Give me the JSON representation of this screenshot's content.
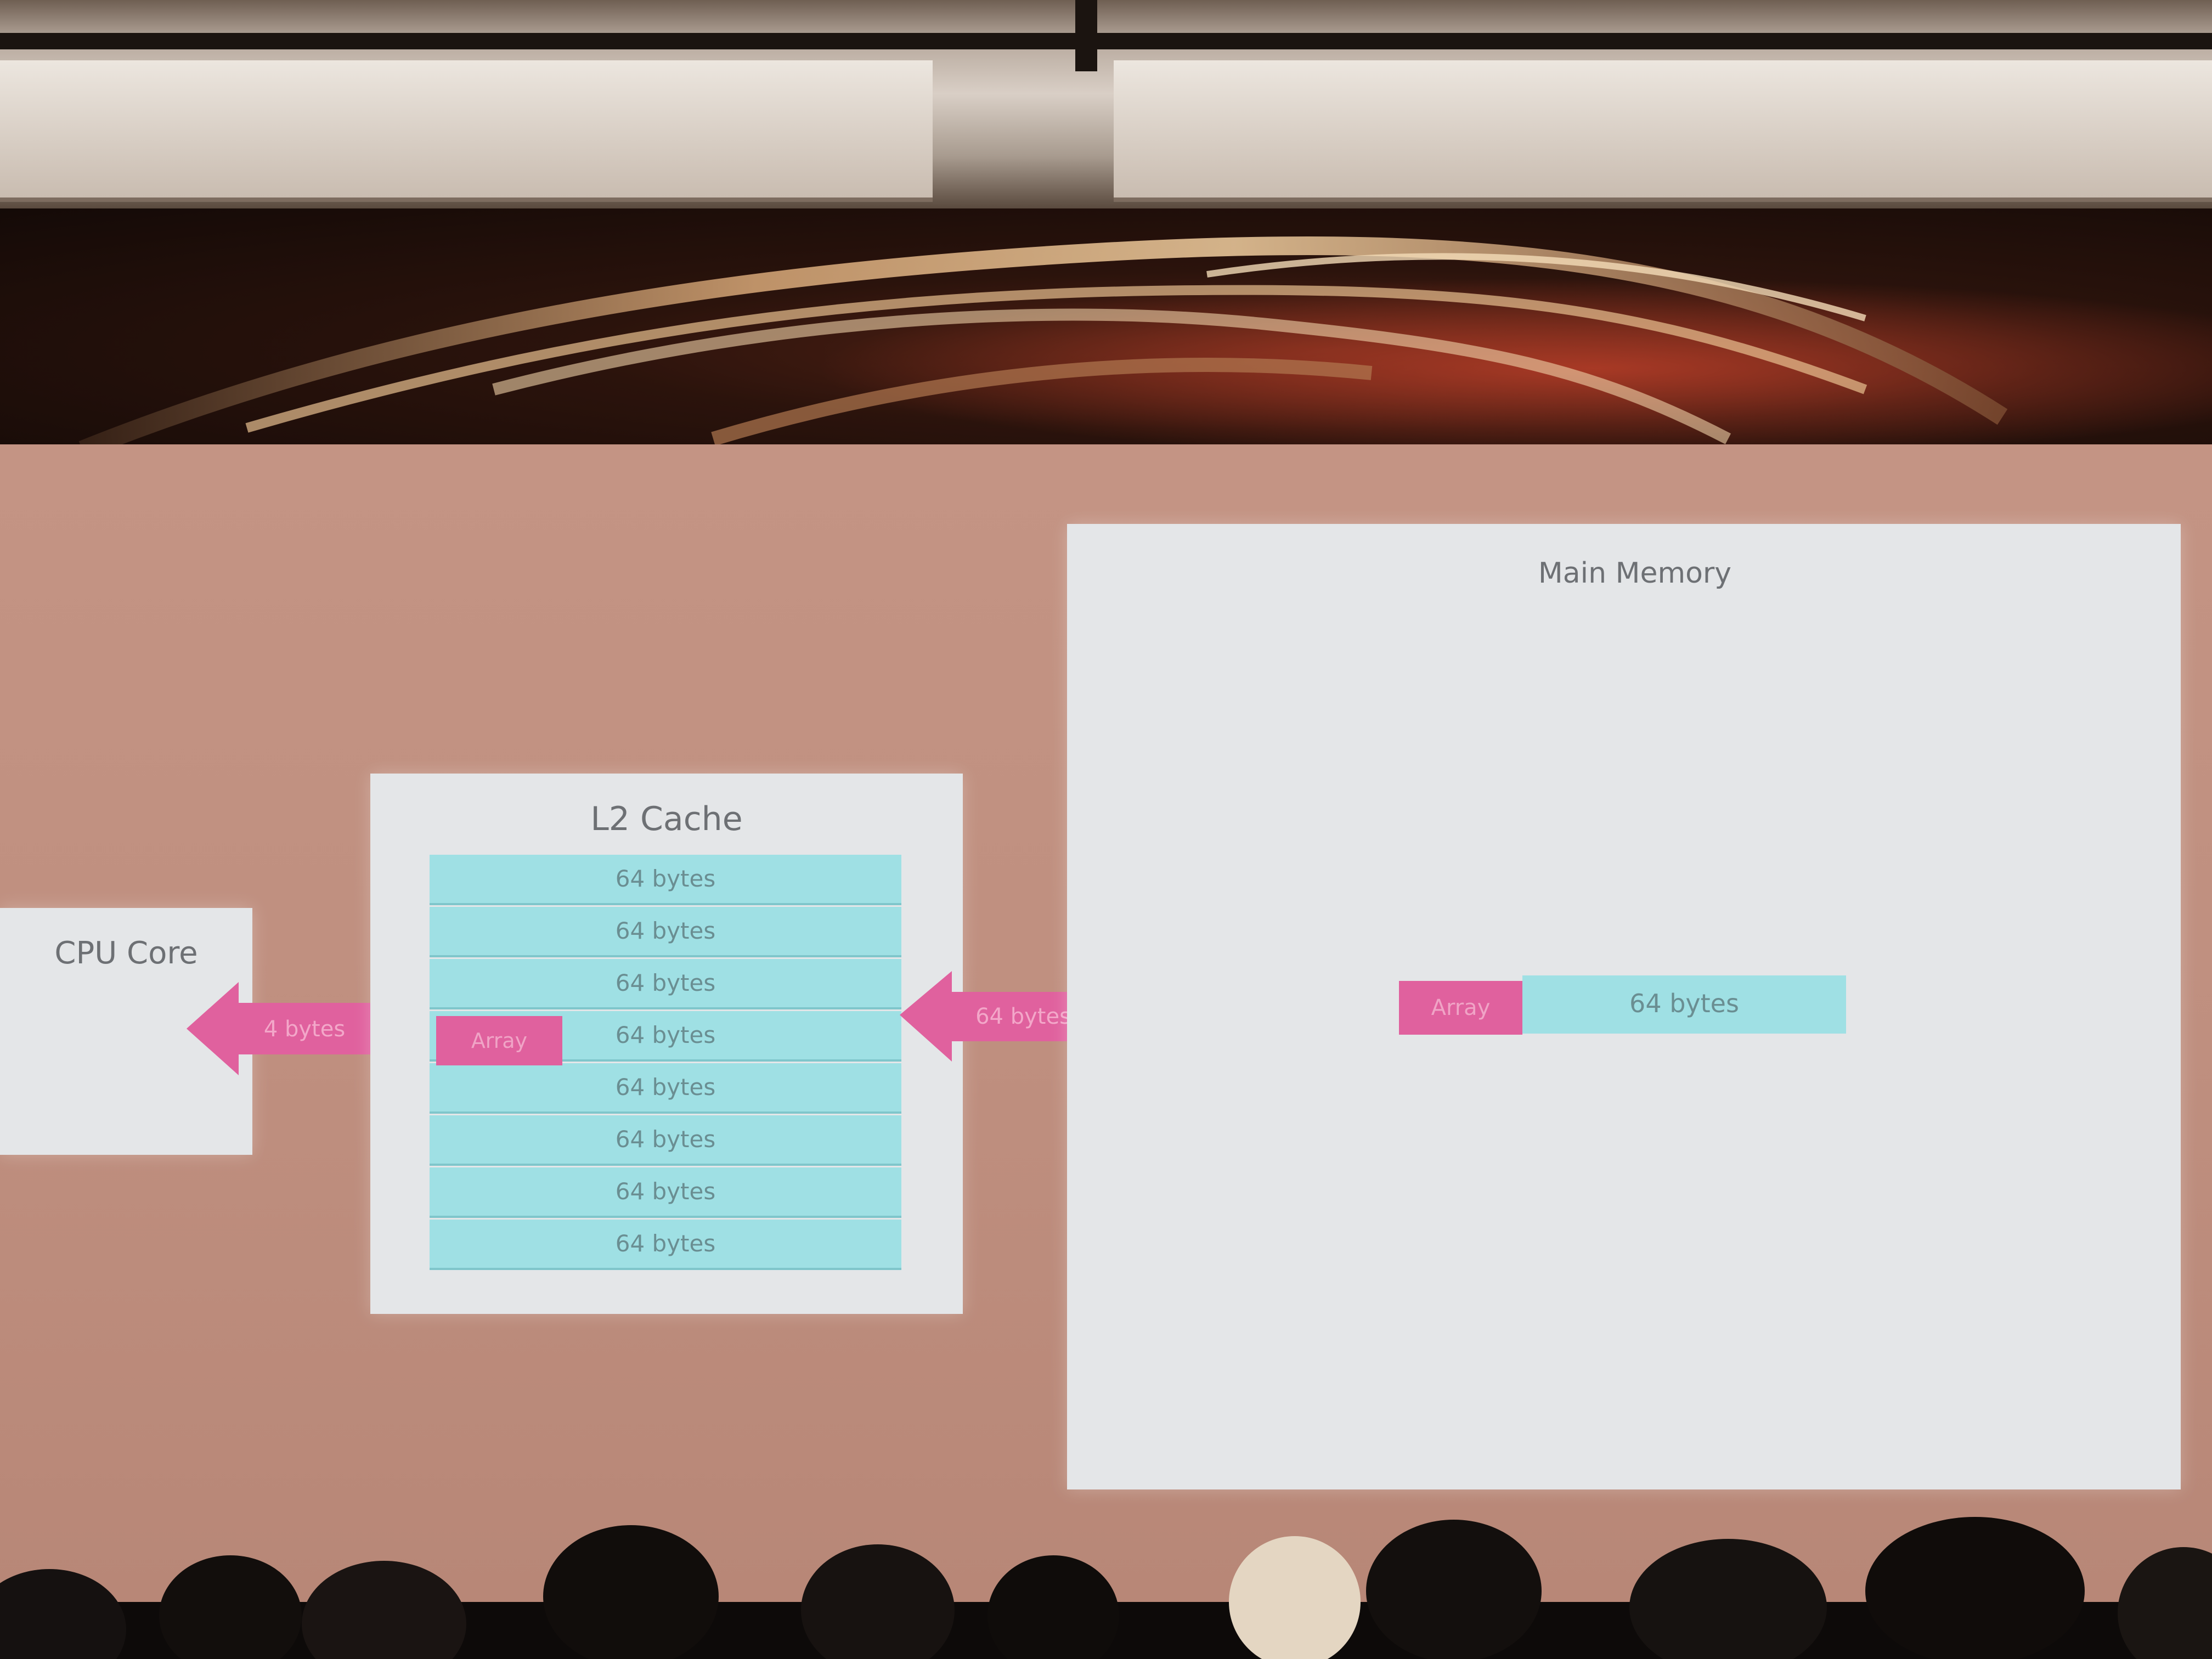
{
  "slide": {
    "cpu_core": {
      "title": "CPU Core"
    },
    "l2_cache": {
      "title": "L2 Cache",
      "lines": [
        "64 bytes",
        "64 bytes",
        "64 bytes",
        "64 bytes",
        "64 bytes",
        "64 bytes",
        "64 bytes",
        "64 bytes"
      ],
      "pink_tag": "Array"
    },
    "main_memory": {
      "title": "Main Memory",
      "pink_tag": "Array",
      "line": "64 bytes"
    },
    "arrow_left": "4 bytes",
    "arrow_right": "64 bytes"
  },
  "colors": {
    "wall": "#c0907f",
    "panel": "#e4e6e8",
    "cache_line": "#9fe0e4",
    "pink": "#e0619e"
  }
}
